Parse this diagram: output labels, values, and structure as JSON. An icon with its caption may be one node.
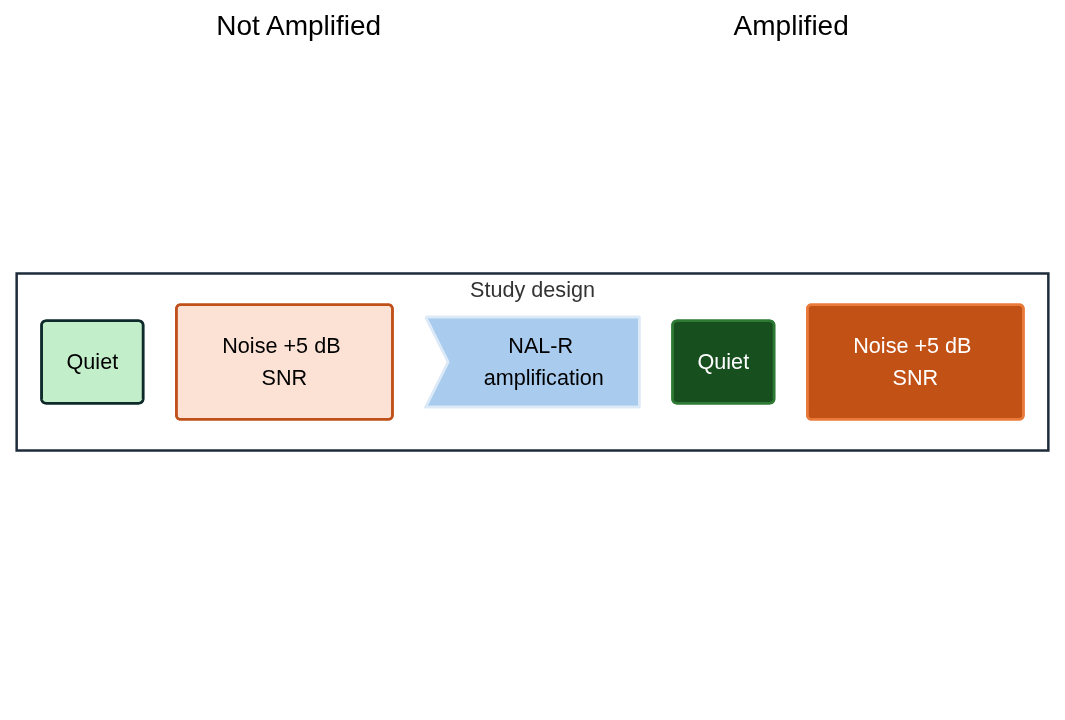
{
  "diagram": {
    "nodes": [
      {
        "text": [
          "Study design"
        ]
      },
      {
        "text": [
          "Quiet"
        ],
        "in": 0
      },
      {
        "text": [
          "Noise +5 dB SNR"
        ],
        "in": 0
      },
      {
        "text": [
          "NAL-R amplification"
        ],
        "in": 0
      },
      {
        "text": [
          "Quiet"
        ],
        "in": 0
      },
      {
        "text": [
          "Noise +5 dB SNR"
        ],
        "in": 0
      }
    ],
    "labels": [
      "Not Amplified",
      "Amplified"
    ]
  }
}
